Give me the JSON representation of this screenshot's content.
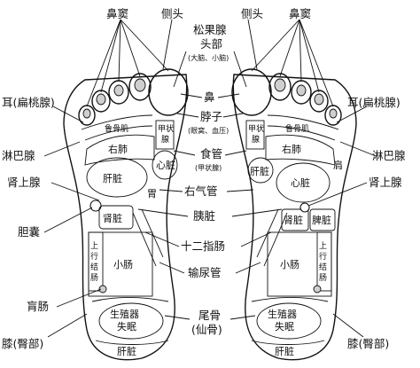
{
  "labels": {
    "bidou_left": "鼻窦",
    "cetou_left": "侧头",
    "songguoxian": "松果腺",
    "toubu": "头部",
    "danao": "(大脑、小脑)",
    "cetou_right": "侧头",
    "bidou_right": "鼻窦",
    "er_left": "耳(扁桃腺)",
    "er_right": "耳(扁桃腺)",
    "bi": "鼻",
    "bozi": "脖子",
    "bozi_sub": "(眼窝、血压)",
    "shiguan": "食管",
    "shiguan_sub": "(甲状腺)",
    "linba_left": "淋巴腺",
    "linba_right": "淋巴腺",
    "shenshang_left": "肾上腺",
    "shenshang_right": "肾上腺",
    "youqiguan": "右气管",
    "dannang": "胆囊",
    "yizang": "胰脏",
    "shierzhichang": "十二指肠",
    "shuniaoguan": "输尿管",
    "gangchang": "肓肠",
    "weigu": "尾骨",
    "xiangu": "(仙骨)",
    "xi_left": "膝(臀部)",
    "xi_right": "膝(臀部)"
  },
  "regions": {
    "youfei_left": "右肺",
    "youfei_right": "右肺",
    "ganzang_left": "肝脏",
    "ganzang_right": "肝脏",
    "xinzang_left": "心脏",
    "xinzang_right": "心脏",
    "shenzang_left": "肾脏",
    "shenzang_right": "肾脏",
    "pizang": "脾脏",
    "jiazhuang_left": "甲状腺",
    "jiazhuang_right": "甲状腺",
    "xiaochang_left": "小肠",
    "xiaochang_right": "小肠",
    "shangxing_left": "上行结肠",
    "shangxing_right": "上行结肠",
    "shengzhi_left": "生殖器",
    "shimian_left": "失眠",
    "shengzhi_right": "生殖器",
    "shimian_right": "失眠",
    "ganzang_heel_left": "肝脏",
    "ganzang_heel_right": "肝脏",
    "lunggu_left": "鲁骨肌",
    "lunggu_right": "鲁骨肌",
    "wei": "胃",
    "jian": "肩"
  }
}
